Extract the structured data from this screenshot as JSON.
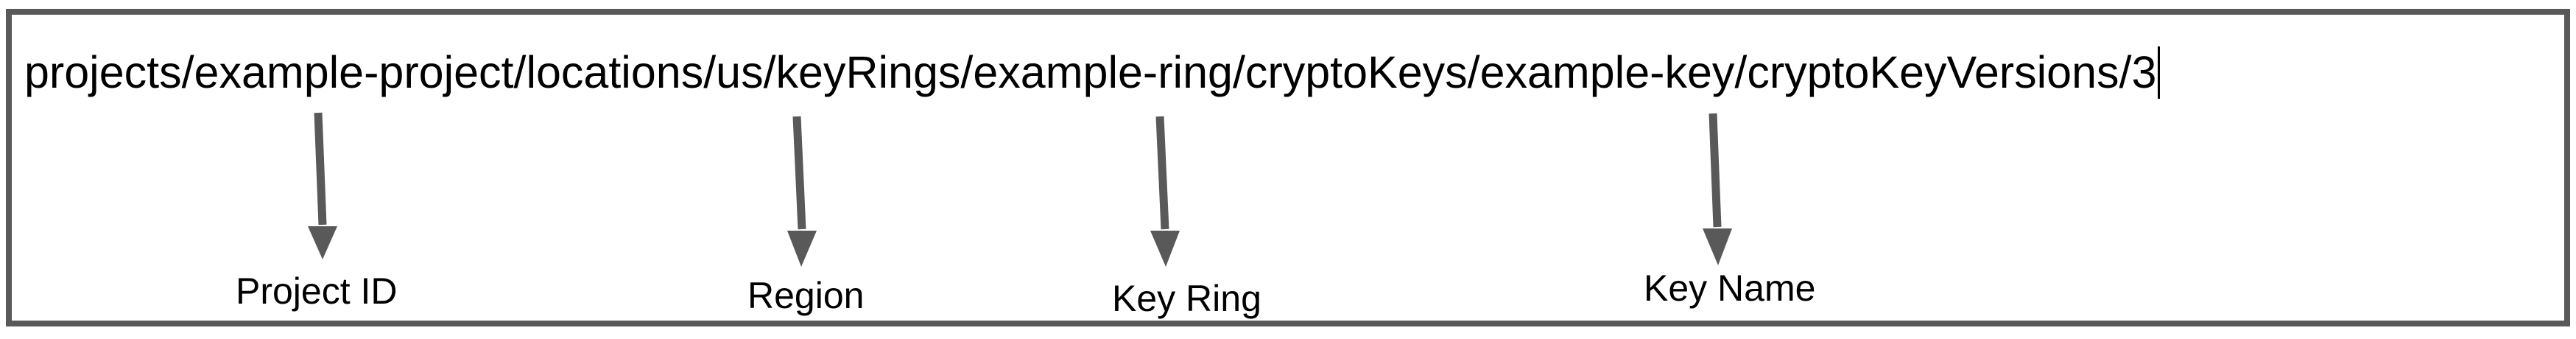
{
  "field": {
    "value": "projects/example-project/locations/us/keyRings/example-ring/cryptoKeys/example-key/cryptoKeyVersions/3"
  },
  "annotations": {
    "project_id": "Project ID",
    "region": "Region",
    "key_ring": "Key Ring",
    "key_name": "Key Name"
  },
  "colors": {
    "arrow": "#595959",
    "border": "#595959",
    "text": "#000000",
    "background": "#ffffff"
  }
}
